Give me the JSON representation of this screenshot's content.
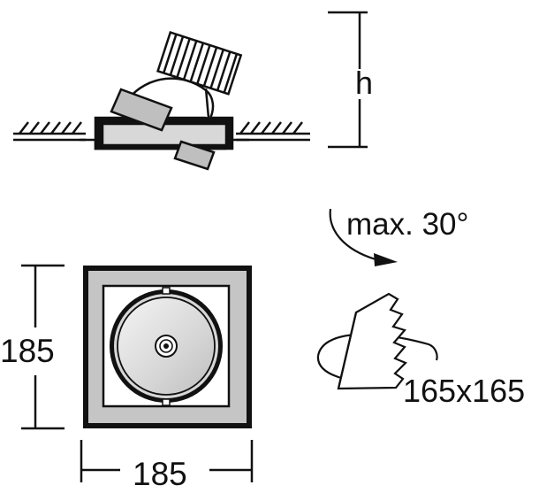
{
  "labels": {
    "height": "h",
    "tilt": "max. 30°",
    "width_side": "185",
    "width_bottom": "185",
    "cutout": "165x165"
  },
  "colors": {
    "line": "#111111",
    "panel": "#bdbdbd",
    "light": "#e6e6e6",
    "white": "#ffffff"
  },
  "icons": {
    "side_view": "recessed-downlight-side-icon",
    "top_view": "square-downlight-top-icon",
    "tilt": "tilt-arrow-icon",
    "cutout": "ceiling-cutout-icon"
  }
}
